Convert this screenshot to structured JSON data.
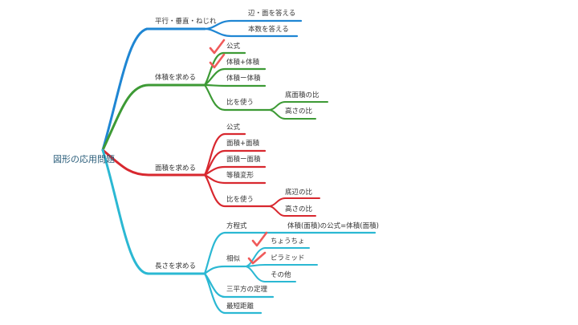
{
  "colors": {
    "blue": "#1f86d3",
    "green": "#3d9a35",
    "red": "#d8282f",
    "cyan": "#2bb8d3",
    "check": "#f05a5a"
  },
  "root": {
    "label": "図形の応用問題"
  },
  "blue": {
    "label": "平行・垂直・ねじれ",
    "children": [
      "辺・面を答える",
      "本数を答える"
    ]
  },
  "green": {
    "label": "体積を求める",
    "children": [
      "公式",
      "体積+体積",
      "体積ー体積",
      "比を使う"
    ],
    "ratio_children": [
      "底面積の比",
      "高さの比"
    ]
  },
  "red": {
    "label": "面積を求める",
    "children": [
      "公式",
      "面積+面積",
      "面積ー面積",
      "等積変形",
      "比を使う"
    ],
    "ratio_children": [
      "底辺の比",
      "高さの比"
    ]
  },
  "cyan": {
    "label": "長さを求める",
    "children": [
      "方程式",
      "相似",
      "三平方の定理",
      "最短距離"
    ],
    "equation_child": "体積(面積)の公式=体積(面積)",
    "similar_children": [
      "ちょうちょ",
      "ピラミッド",
      "その他"
    ]
  }
}
